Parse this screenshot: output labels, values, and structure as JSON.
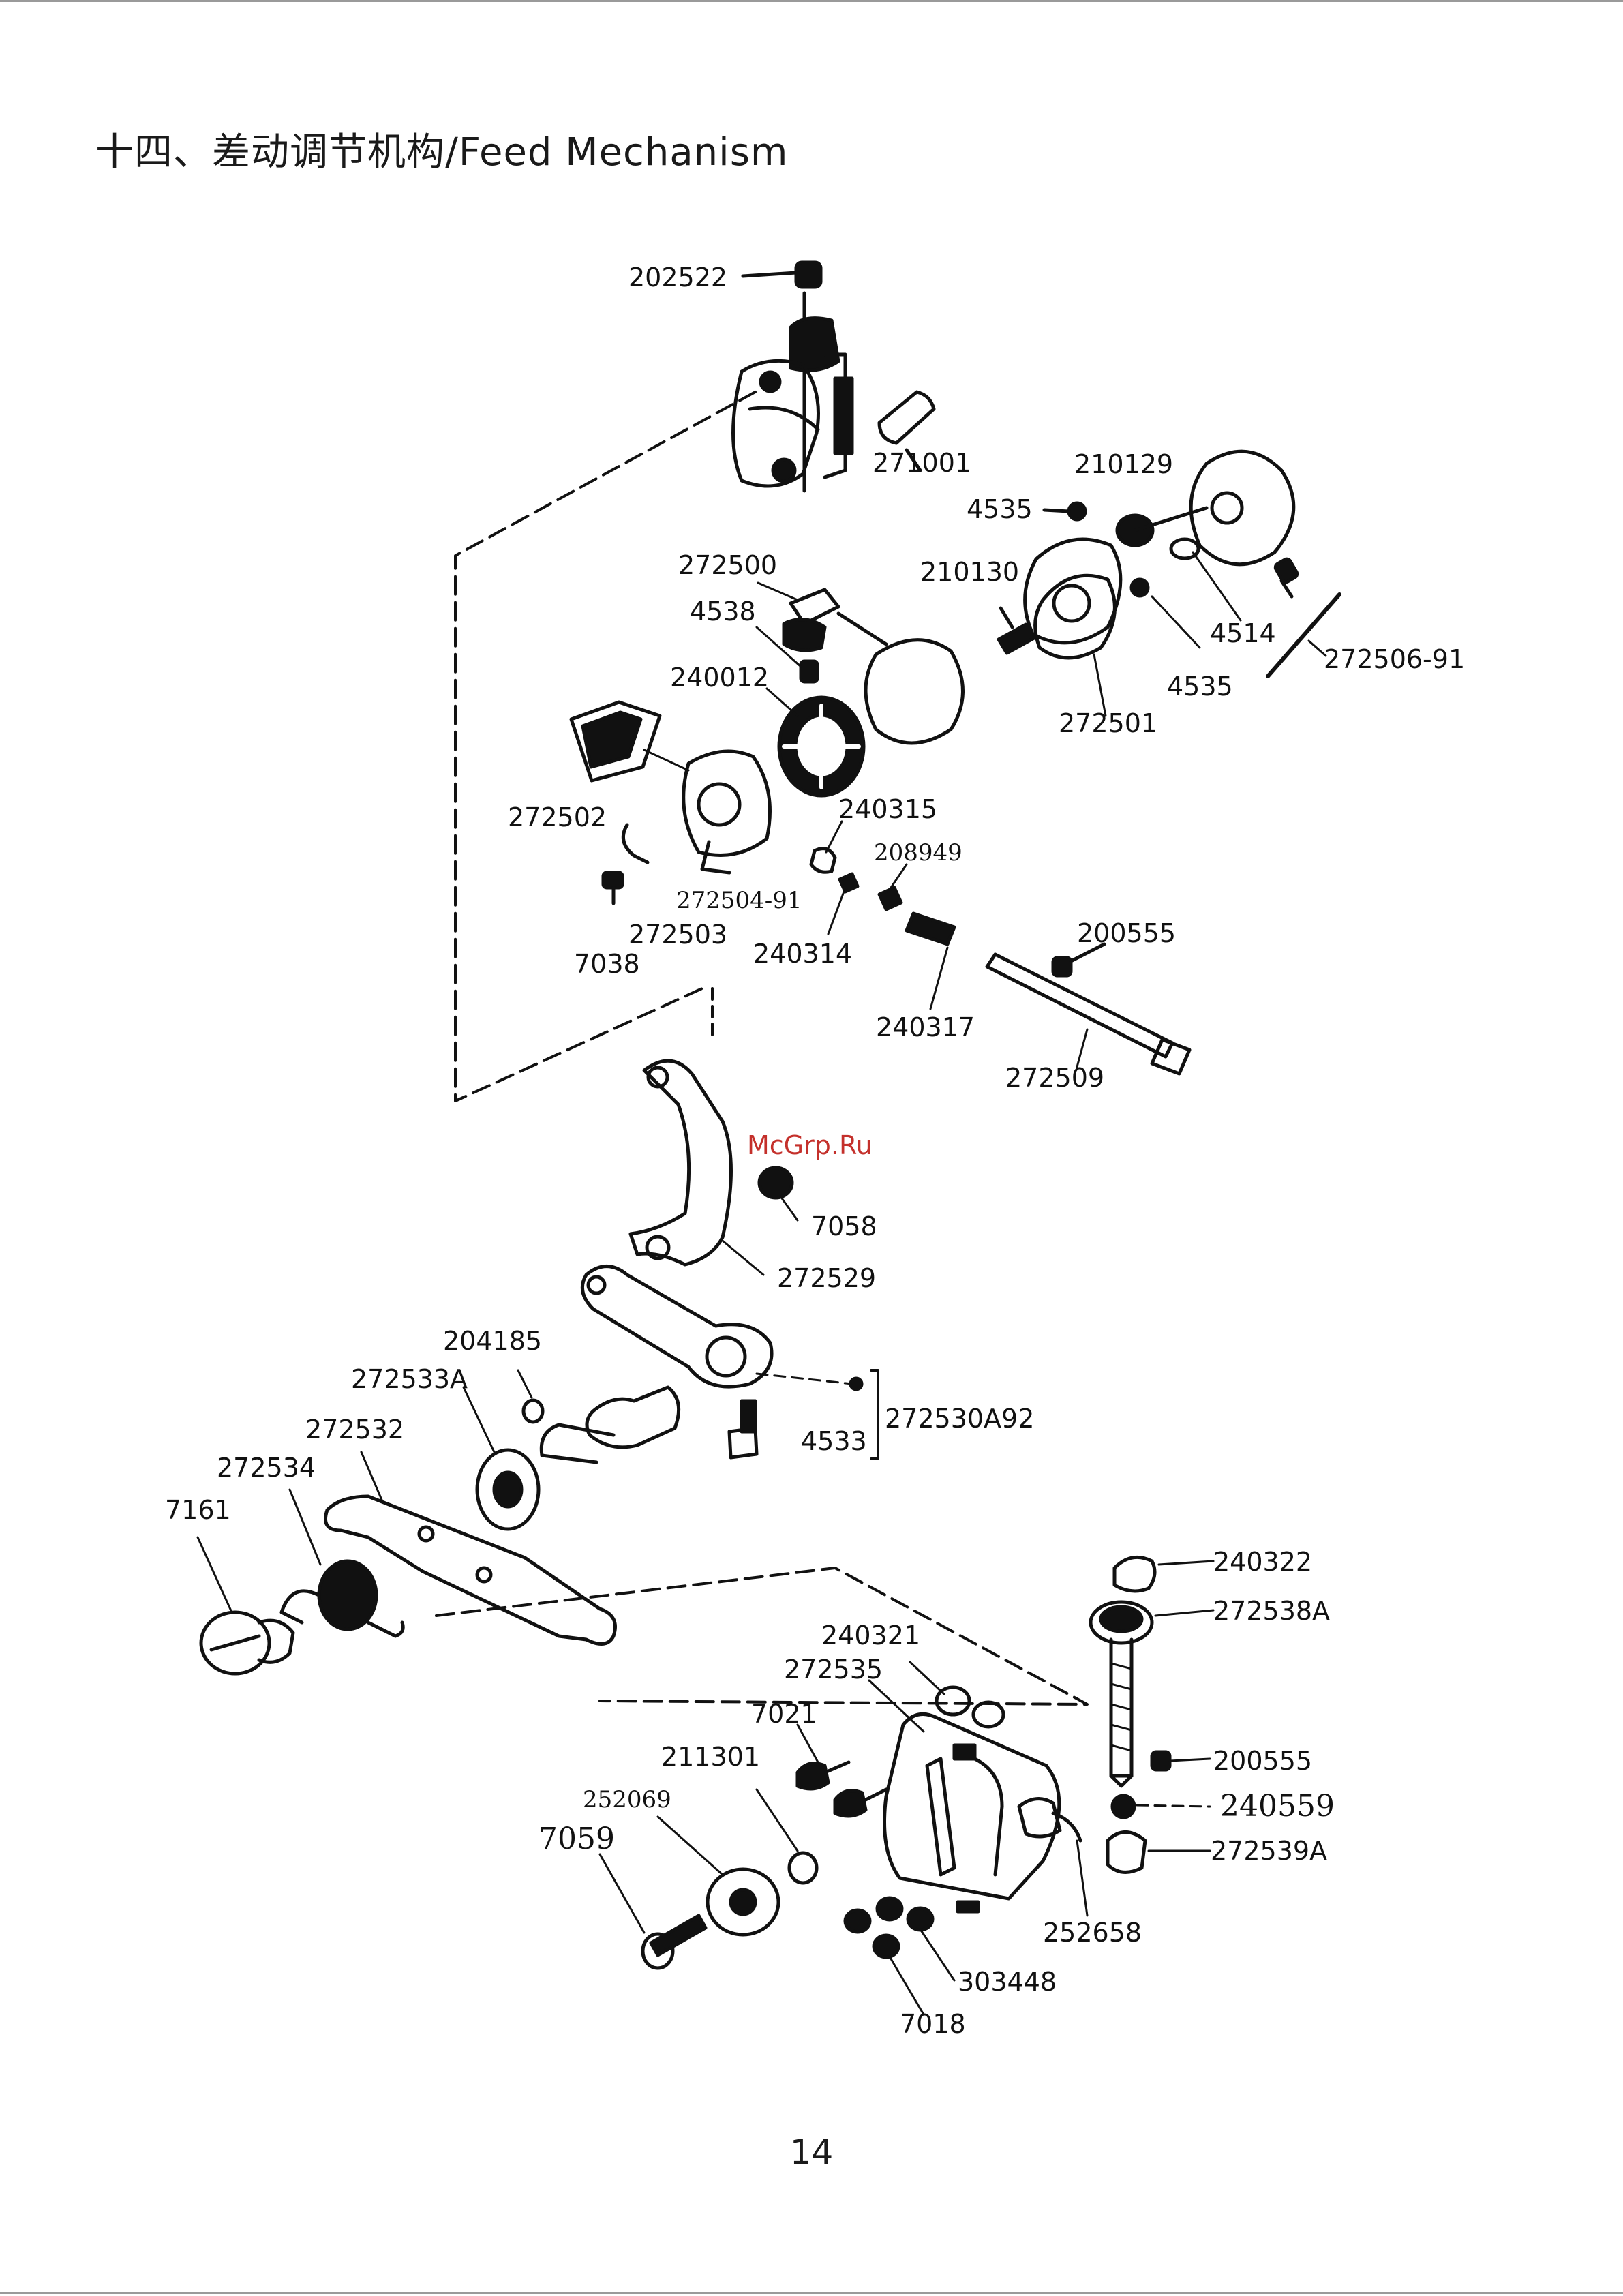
{
  "header": {
    "title": "十四、差动调节机构/Feed Mechanism"
  },
  "footer": {
    "page_number": "14"
  },
  "watermark": "McGrp.Ru",
  "labels": {
    "p202522": "202522",
    "p271001": "271001",
    "p210129": "210129",
    "p4535a": "4535",
    "p272500": "272500",
    "p210130": "210130",
    "p4538": "4538",
    "p4514": "4514",
    "p272506_91": "272506-91",
    "p240012": "240012",
    "p4535b": "4535",
    "p272501": "272501",
    "p272502": "272502",
    "p240315": "240315",
    "p208949": "208949",
    "p272504_91": "272504-91",
    "p272503": "272503",
    "p7038": "7038",
    "p240314": "240314",
    "p200555a": "200555",
    "p240317": "240317",
    "p272509": "272509",
    "p7058": "7058",
    "p272529": "272529",
    "p204185": "204185",
    "p272533A": "272533A",
    "p272530A92": "272530A92",
    "p4533": "4533",
    "p272532": "272532",
    "p272534": "272534",
    "p7161": "7161",
    "p240322": "240322",
    "p272538A": "272538A",
    "p240321": "240321",
    "p272535": "272535",
    "p7021": "7021",
    "p211301": "211301",
    "p200555b": "200555",
    "p252069": "252069",
    "p240559": "240559",
    "p7059": "7059",
    "p272539A": "272539A",
    "p252658": "252658",
    "p303448": "303448",
    "p7018": "7018"
  }
}
